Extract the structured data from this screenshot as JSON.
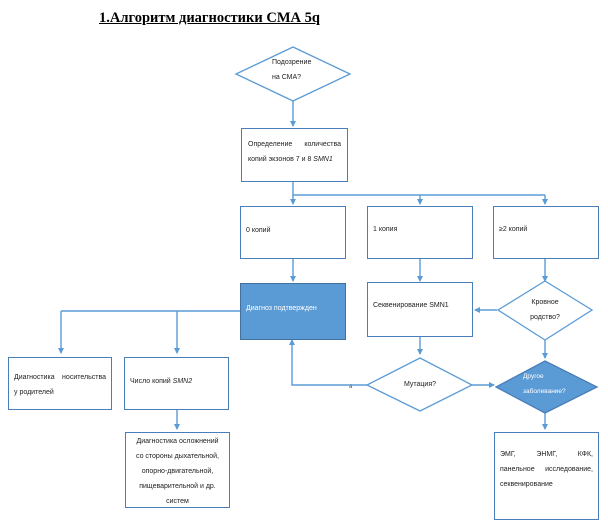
{
  "title": "1.Алгоритм диагностики СМА 5q",
  "colors": {
    "line": "#5b9bd5",
    "box_border": "#4a7ebb",
    "fill_accent": "#5b9bd5",
    "text": "#222222"
  },
  "nodes": {
    "suspicion": {
      "line1": "Подозрение",
      "line2": "на СМА?"
    },
    "copy_count": {
      "line1": "Определение     количества",
      "line2_prefix": "копий  экзонов 7 и 8 ",
      "line2_gene": "SMN1"
    },
    "zero_copies": {
      "label": "0 копий"
    },
    "one_copy": {
      "label": "1 копия"
    },
    "two_plus_copies": {
      "label": "≥2 копий"
    },
    "diagnosis_confirmed": {
      "label": "Диагноз подтвержден"
    },
    "sequencing": {
      "label": "Секвенирование SMN1"
    },
    "consanguinity": {
      "line1": "Кровное",
      "line2": "родство?"
    },
    "carrier_diagnostics": {
      "line1": "Диагностика   носительства",
      "line2": "у родителей"
    },
    "smn2_copies": {
      "prefix": "Число копий ",
      "gene": "SMN2"
    },
    "mutation": {
      "label": "Мутация?"
    },
    "other_disease": {
      "line1": "Другое",
      "line2": "заболевание?"
    },
    "complications": {
      "lines": [
        "Диагностика осложнений",
        "со стороны дыхательной,",
        "опорно-двигательной,",
        "пищеварительной и др.",
        "систем"
      ]
    },
    "tests": {
      "line1": "ЭМГ,          ЭНМГ,          КФК,",
      "line2": "панельное   исследование,",
      "line3": "секвенирование"
    }
  },
  "edge_labels": {
    "mutation_yes": "а"
  }
}
